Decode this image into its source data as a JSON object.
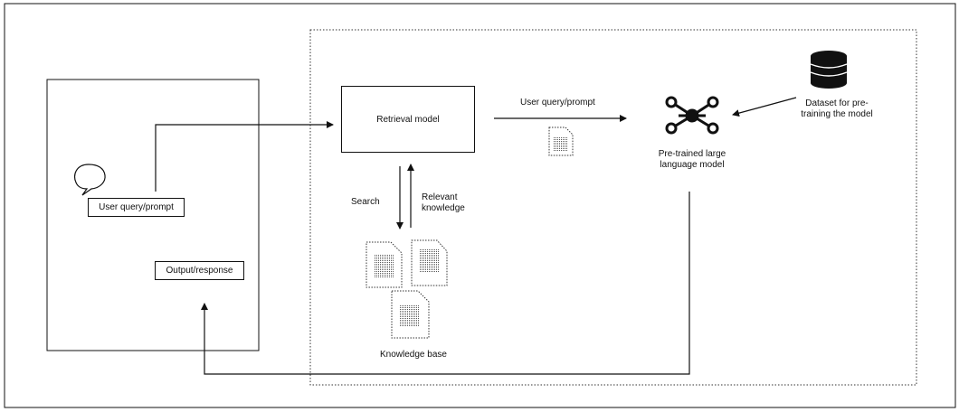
{
  "user_panel": {
    "query_label": "User query/prompt",
    "output_label": "Output/response"
  },
  "retrieval": {
    "model_label": "Retrieval model",
    "search_label": "Search",
    "relevant_label": "Relevant knowledge",
    "relevant_line1": "Relevant",
    "relevant_line2": "knowledge",
    "knowledge_base_label": "Knowledge base"
  },
  "llm": {
    "query_arrow_label": "User query/prompt",
    "model_line1": "Pre-trained large",
    "model_line2": "language model"
  },
  "dataset": {
    "line1": "Dataset for pre-",
    "line2": "training the model"
  },
  "icons": [
    "speech-bubble-icon",
    "document-icon",
    "llm-network-icon",
    "database-icon"
  ],
  "colors": {
    "stroke": "#111111",
    "background": "#ffffff"
  }
}
